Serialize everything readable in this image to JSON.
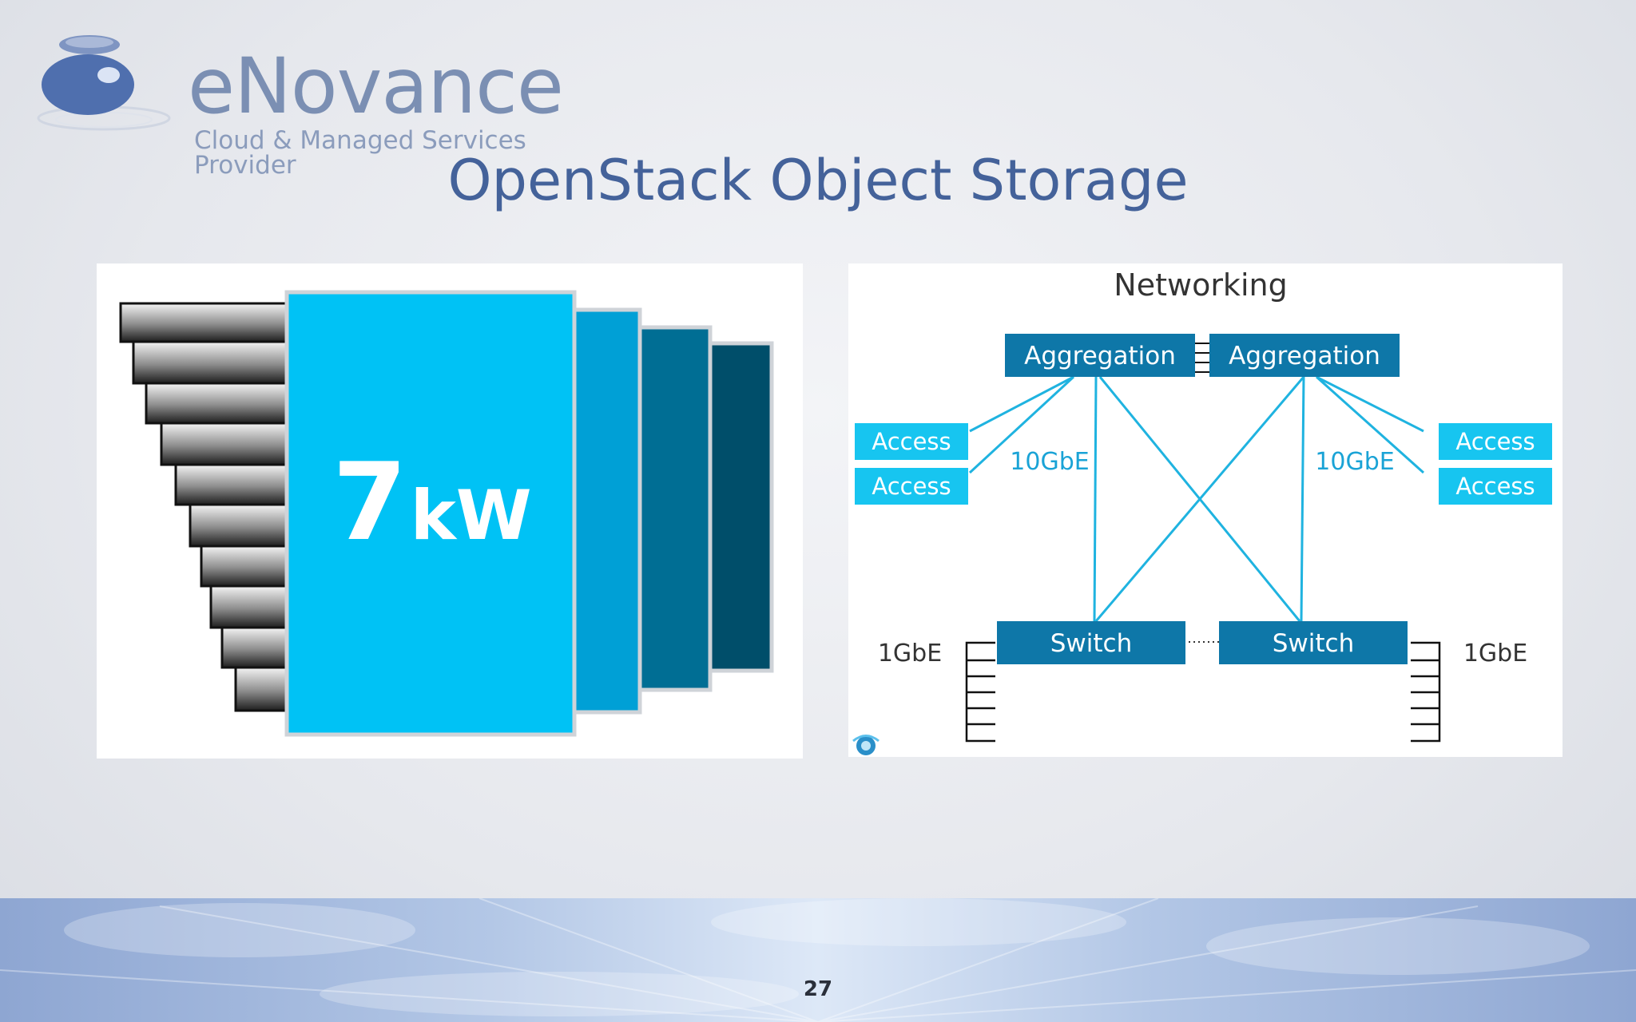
{
  "brand": {
    "name": "eNovance",
    "tagline": "Cloud & Managed Services Provider",
    "colors": {
      "logo": "#7b8fb3",
      "logo_mark": "#4f6fae"
    }
  },
  "slide": {
    "title": "OpenStack Object Storage",
    "page_number": "27"
  },
  "power_panel": {
    "value": "7",
    "unit": "kW",
    "colors": [
      "#00c2f5",
      "#00a0d6",
      "#006e94",
      "#004e6a"
    ]
  },
  "network_panel": {
    "title": "Networking",
    "aggregation_left": "Aggregation",
    "aggregation_right": "Aggregation",
    "access_left": [
      "Access",
      "Access"
    ],
    "access_right": [
      "Access",
      "Access"
    ],
    "link_left": "10GbE",
    "link_right": "10GbE",
    "switch_left": "Switch",
    "switch_right": "Switch",
    "host_left": "1GbE",
    "host_right": "1GbE",
    "colors": {
      "aggregation": "#0e77a8",
      "access": "#17c5f0",
      "line": "#1fb3e0",
      "label": "#1aa3d6"
    }
  }
}
